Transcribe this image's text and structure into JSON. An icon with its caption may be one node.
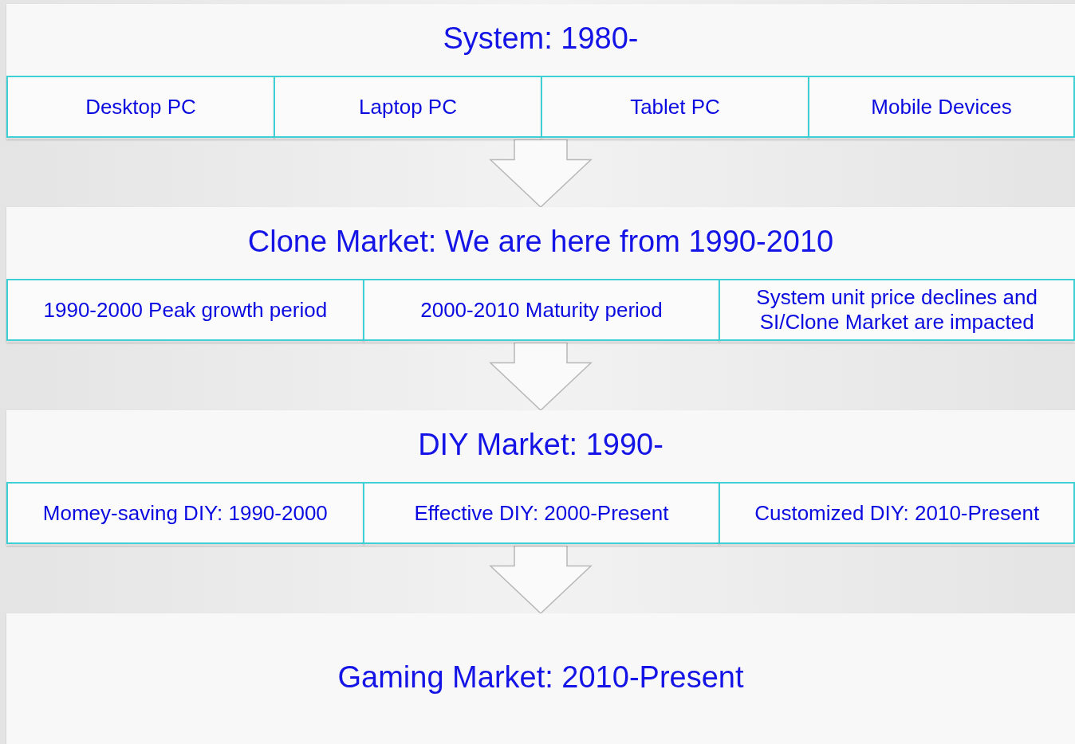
{
  "diagram": {
    "nodes": [
      {
        "text": [
          "System: 1980-"
        ]
      },
      {
        "text": [
          "Desktop PC"
        ],
        "in": 0
      },
      {
        "text": [
          "Laptop PC"
        ],
        "in": 0
      },
      {
        "text": [
          "Tablet PC"
        ],
        "in": 0
      },
      {
        "text": [
          "Mobile Devices"
        ],
        "in": 0
      },
      {
        "text": [
          "Clone Market: We are here from 1990-2010"
        ]
      },
      {
        "text": [
          "1990-2000 Peak growth period"
        ],
        "in": 5
      },
      {
        "text": [
          "2000-2010 Maturity period"
        ],
        "in": 5
      },
      {
        "text": [
          "System unit price declines and SI/Clone Market are impacted"
        ],
        "in": 5
      },
      {
        "text": [
          "DIY Market: 1990-"
        ]
      },
      {
        "text": [
          "Momey-saving DIY: 1990-2000"
        ],
        "in": 9
      },
      {
        "text": [
          "Effective DIY: 2000-Present"
        ],
        "in": 9
      },
      {
        "text": [
          "Customized DIY: 2010-Present"
        ],
        "in": 9
      },
      {
        "text": [
          "Gaming Market: 2010-Present"
        ]
      }
    ],
    "edges": [
      {
        "from": 0,
        "to": 5,
        "arrow": "to"
      },
      {
        "from": 5,
        "to": 9,
        "arrow": "to"
      },
      {
        "from": 9,
        "to": 13,
        "arrow": "to"
      }
    ]
  }
}
